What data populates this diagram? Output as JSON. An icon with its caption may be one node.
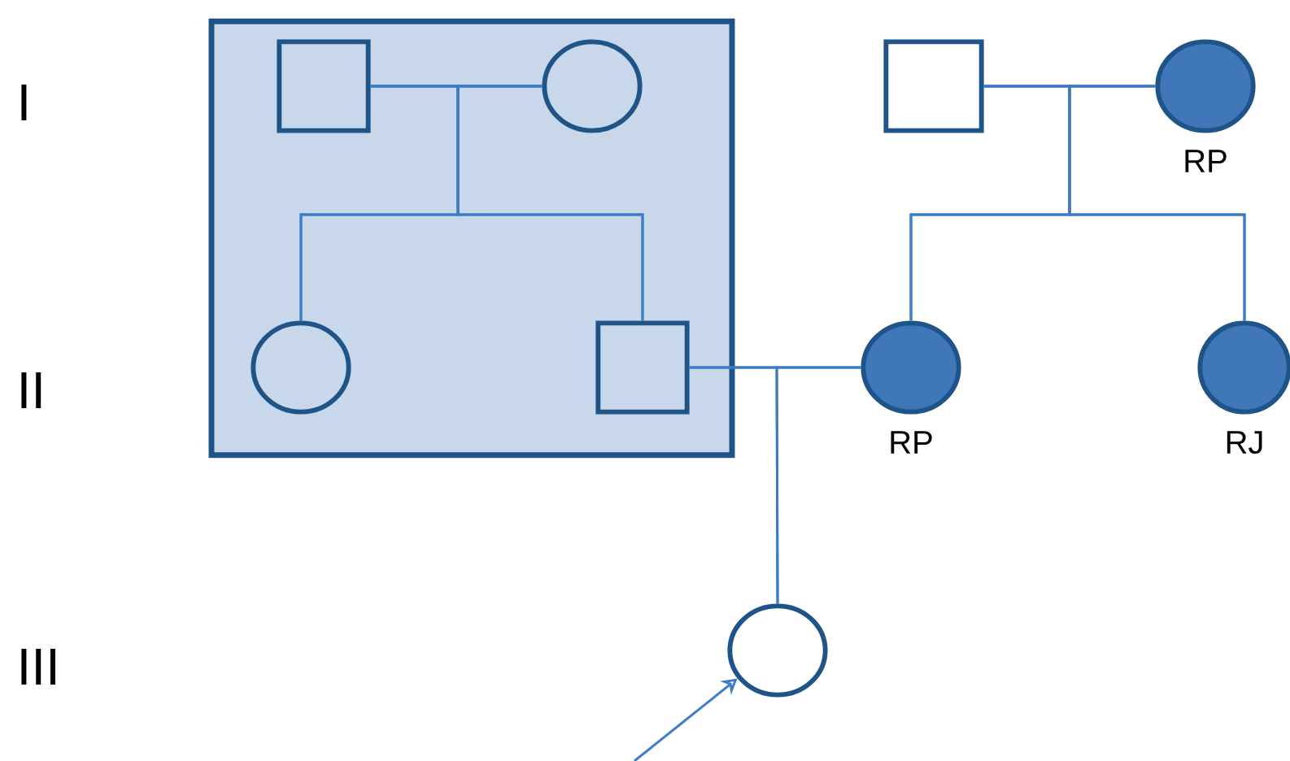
{
  "diagram": {
    "nodes": [
      {
        "text": [],
        "shape": "box"
      },
      {
        "text": [],
        "shape": "box",
        "in": 0
      },
      {
        "text": [],
        "shape": "circle",
        "in": 0
      },
      {
        "text": [],
        "shape": "circle",
        "in": 0
      },
      {
        "text": [],
        "shape": "box",
        "in": 0
      },
      {
        "text": [],
        "shape": "box"
      },
      {
        "text": [],
        "shape": "circle",
        "beside": [
          "RP"
        ]
      },
      {
        "text": [],
        "shape": "circle",
        "beside": [
          "RP"
        ]
      },
      {
        "text": [],
        "shape": "circle",
        "beside": [
          "RJ"
        ]
      },
      {
        "text": [],
        "shape": "circle"
      }
    ],
    "edges": [
      {
        "from": 1,
        "to": 2,
        "arrow": "none"
      },
      {
        "from": 1,
        "to": 3,
        "arrow": "none"
      },
      {
        "from": 1,
        "to": 4,
        "arrow": "none"
      },
      {
        "from": 2,
        "to": 3,
        "arrow": "none"
      },
      {
        "from": 2,
        "to": 4,
        "arrow": "none"
      },
      {
        "from": 5,
        "to": 6,
        "arrow": "none"
      },
      {
        "from": 5,
        "to": 7,
        "arrow": "none"
      },
      {
        "from": 5,
        "to": 8,
        "arrow": "none"
      },
      {
        "from": 6,
        "to": 7,
        "arrow": "none"
      },
      {
        "from": 6,
        "to": 8,
        "arrow": "none"
      },
      {
        "from": 4,
        "to": 7,
        "arrow": "none"
      },
      {
        "from": 4,
        "to": 9,
        "arrow": "none"
      },
      {
        "from": 7,
        "to": 9,
        "arrow": "none"
      },
      {
        "from": null,
        "to": 9,
        "arrow": "to"
      }
    ],
    "labels": [
      "I",
      "II",
      "III"
    ]
  }
}
